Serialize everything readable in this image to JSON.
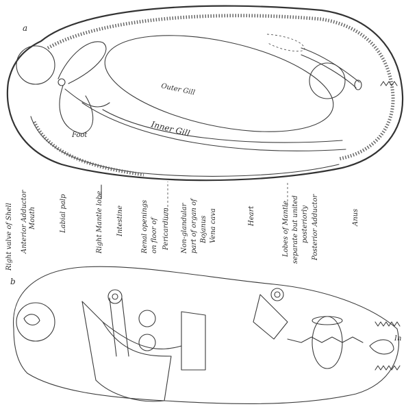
{
  "figure_letters": {
    "a": "a",
    "b": "b"
  },
  "diagram_a": {
    "outer_gill": "Outer Gill",
    "inner_gill": "Inner Gill",
    "foot": "Foot"
  },
  "labels": [
    "Right valve of Shell",
    "Anterior Adductor",
    "Mouth",
    "Labial palp",
    "Right Mantle lobe",
    "Intestine",
    "Renal openings",
    "on floor of",
    "Pericardium",
    "Non-glandular",
    "part of organ of",
    "Bojanus",
    "Vena cava",
    "Heart",
    "Lobes of Mantle",
    "separate but united",
    "posteriorly",
    "Posterior Adductor",
    "Anus"
  ],
  "diagram_b": {
    "partial_label": "In"
  }
}
